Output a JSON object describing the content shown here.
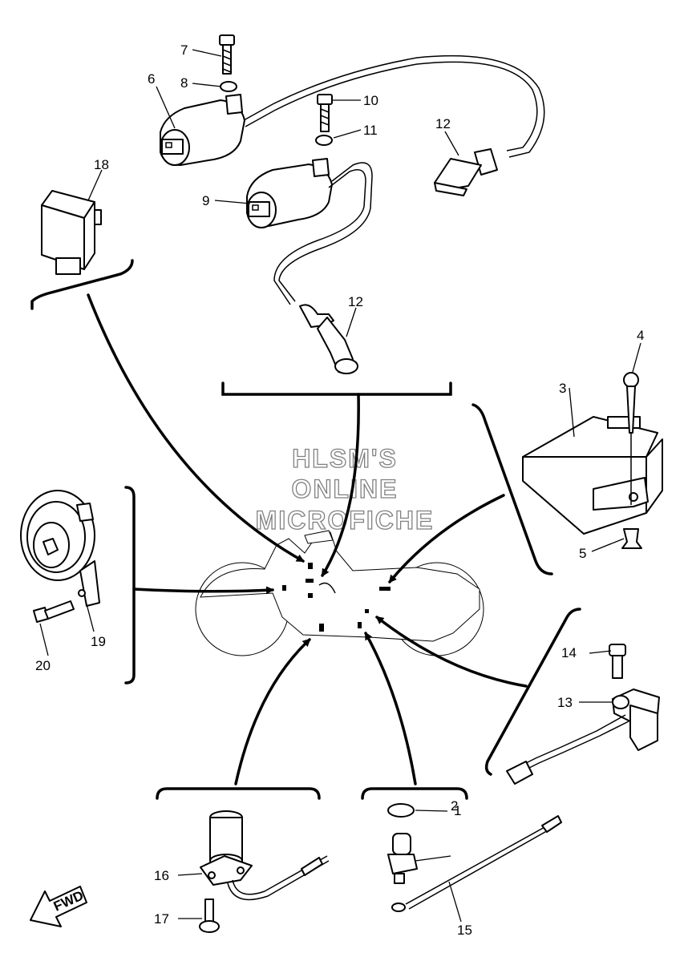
{
  "watermark": {
    "line1": "HLSM'S",
    "line2": "ONLINE",
    "line3": "MICROFICHE"
  },
  "fwd_label": "FWD",
  "callouts": {
    "n1": "1",
    "n2": "2",
    "n3": "3",
    "n4": "4",
    "n5": "5",
    "n6": "6",
    "n7": "7",
    "n8": "8",
    "n9": "9",
    "n10": "10",
    "n11": "11",
    "n12a": "12",
    "n12b": "12",
    "n13": "13",
    "n14": "14",
    "n15": "15",
    "n16": "16",
    "n17": "17",
    "n18": "18",
    "n19": "19",
    "n20": "20"
  }
}
